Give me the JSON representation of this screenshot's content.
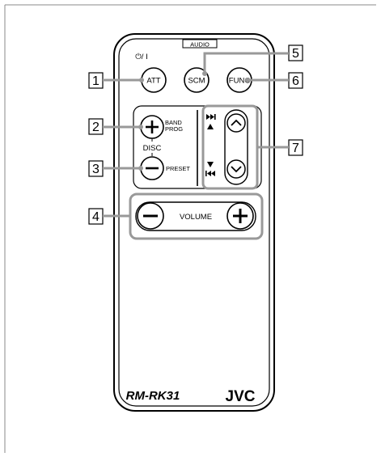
{
  "remote": {
    "power_symbol": "⏻/ I",
    "audio_label": "AUDIO",
    "att_label": "ATT",
    "scm_label": "SCM",
    "func_label": "FUNC",
    "band_label": "BAND",
    "prog_label": "PROG",
    "disc_label": "DISC",
    "preset_label": "PRESET",
    "volume_label": "VOLUME",
    "model_name": "RM-RK31",
    "brand_logo": "JVC"
  },
  "callouts": [
    {
      "number": "1",
      "target": "ATT button"
    },
    {
      "number": "2",
      "target": "DISC + / BAND PROG button"
    },
    {
      "number": "3",
      "target": "DISC − / PRESET button"
    },
    {
      "number": "4",
      "target": "VOLUME buttons"
    },
    {
      "number": "5",
      "target": "SCM button"
    },
    {
      "number": "6",
      "target": "FUNC button"
    },
    {
      "number": "7",
      "target": "Skip / preset up-down buttons"
    }
  ],
  "icons": {
    "skip_forward": "next-track-icon",
    "skip_back": "previous-track-icon",
    "up": "up-triangle-icon",
    "down": "down-triangle-icon",
    "arrow_up": "chevron-up-icon",
    "arrow_down": "chevron-down-icon",
    "plus": "plus-icon",
    "minus": "minus-icon",
    "power": "power-icon"
  }
}
